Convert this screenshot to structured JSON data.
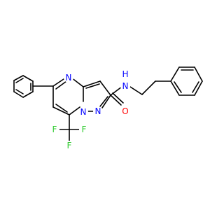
{
  "molecule": {
    "atoms": [
      {
        "symbol": "N",
        "color": "#0000ff"
      },
      {
        "symbol": "N",
        "color": "#0000ff"
      },
      {
        "symbol": "N",
        "color": "#0000ff"
      },
      {
        "symbol": "H",
        "color": "#0000ff"
      },
      {
        "symbol": "N",
        "color": "#0000ff"
      },
      {
        "symbol": "O",
        "color": "#ff0000"
      },
      {
        "symbol": "F",
        "color": "#33cc33"
      },
      {
        "symbol": "F",
        "color": "#33cc33"
      },
      {
        "symbol": "F",
        "color": "#33cc33"
      }
    ],
    "bond_color": "#000000"
  }
}
